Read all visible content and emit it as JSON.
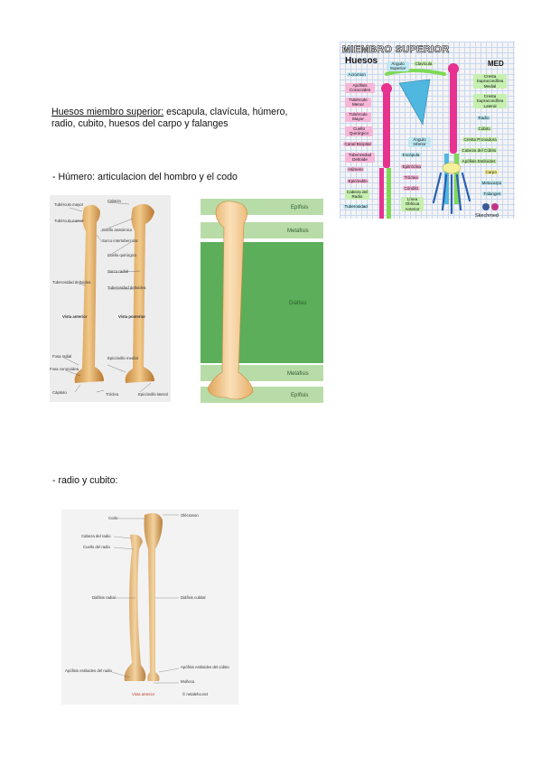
{
  "intro": {
    "heading": "Huesos miembro superior:",
    "text_line1": " escapula, clavícula, húmero,",
    "text_line2": "radio, cubito, huesos del carpo y falanges"
  },
  "sections": {
    "humero": "-  Húmero: articulacion del hombro y el codo",
    "radio": "-  radio y cubito:"
  },
  "infographic": {
    "title": "MIEMBRO SUPERIOR",
    "subtitle": "Huesos",
    "brand": "MED",
    "credit": "Skechmed",
    "left_labels": [
      "Acromion",
      "Apófisis Coracoides",
      "Tubérculo Menor",
      "Tubérculo Mayor",
      "Cuello Quirúrgico",
      "Canal Bicipital",
      "Tuberosidad Deltoide",
      "Húmero",
      "Epicóndilo",
      "Cabeza del Radio",
      "Tuberosidad"
    ],
    "center_labels": [
      "Ángulo Superior",
      "Clavícula",
      "Ángulo Inferior",
      "Escápula",
      "Epitróclea",
      "Tróclea",
      "Cóndilo",
      "Línea Oblicua Anterior"
    ],
    "right_labels": [
      "Cresta Supracondílea Medial",
      "Cresta Supracondílea Lateral",
      "Radio",
      "Cúbito",
      "Cresta Pronadora",
      "Cabeza del Cúbito",
      "Apófisis Estiloides",
      "Carpo",
      "Metacarpo",
      "Falanges"
    ]
  },
  "humerus_photo": {
    "labels": [
      "Tubérculo mayor",
      "Tubérculo menor",
      "Cabeza",
      "Cuello anatómico",
      "Surco intertubercular",
      "Cuello quirúrgico",
      "Surco radial",
      "Tuberosidad deltoidea",
      "Tuberosidad deltoidea",
      "Vista anterior",
      "Vista posterior",
      "Fosa radial",
      "Fosa coronoidea",
      "Epicóndilo medial",
      "Cápitulo",
      "Tróclea",
      "Epicóndilo lateral"
    ]
  },
  "humerus_zones": [
    "Epífisis",
    "Metáfisis",
    "Diáfisis",
    "Metáfisis",
    "Epífisis"
  ],
  "radio_photo": {
    "labels": [
      "Codo",
      "Olécranon",
      "Cabeza del radio",
      "Cuello del radio",
      "Diáfisis radial",
      "Diáfisis cubital",
      "Apófisis estiloides del radio",
      "Apófisis estiloides del cúbito",
      "Muñeca",
      "Vista anterior",
      "© netaleho.net"
    ]
  },
  "colors": {
    "bone": "#e9b772",
    "pink": "#e8328f",
    "green": "#7ed957",
    "blue": "#4fb7e0",
    "zone_band": "#b8dca8",
    "zone_mid": "#5cae5a"
  }
}
